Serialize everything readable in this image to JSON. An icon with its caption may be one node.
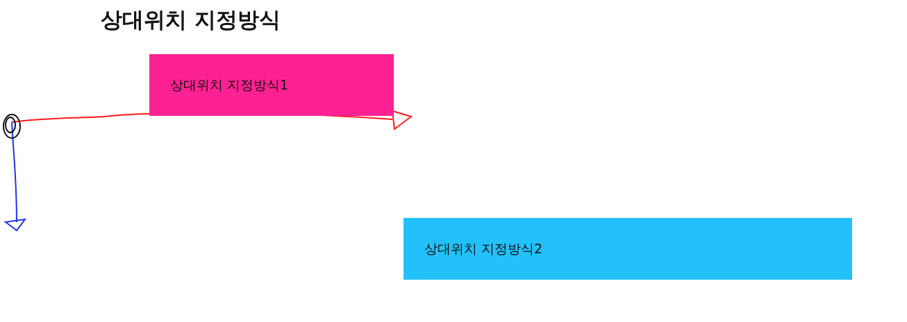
{
  "diagram": {
    "title": "상대위치 지정방식",
    "nodes": [
      {
        "text": [
          "상대위치 지정방식1"
        ]
      },
      {
        "text": [
          "상대위치 지정방식2"
        ]
      }
    ]
  }
}
